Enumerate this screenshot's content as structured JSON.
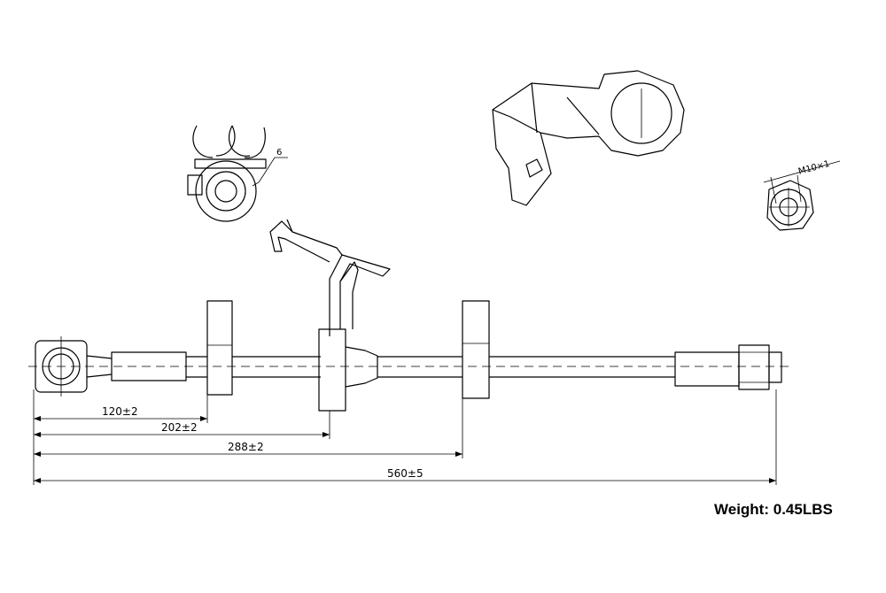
{
  "dimensions": {
    "d1": "120±2",
    "d2": "202±2",
    "d3": "288±2",
    "d4": "560±5"
  },
  "callouts": {
    "clip_size": "6",
    "thread": "M10×1"
  },
  "weight": {
    "label": "Weight:",
    "value": "0.45LBS"
  }
}
